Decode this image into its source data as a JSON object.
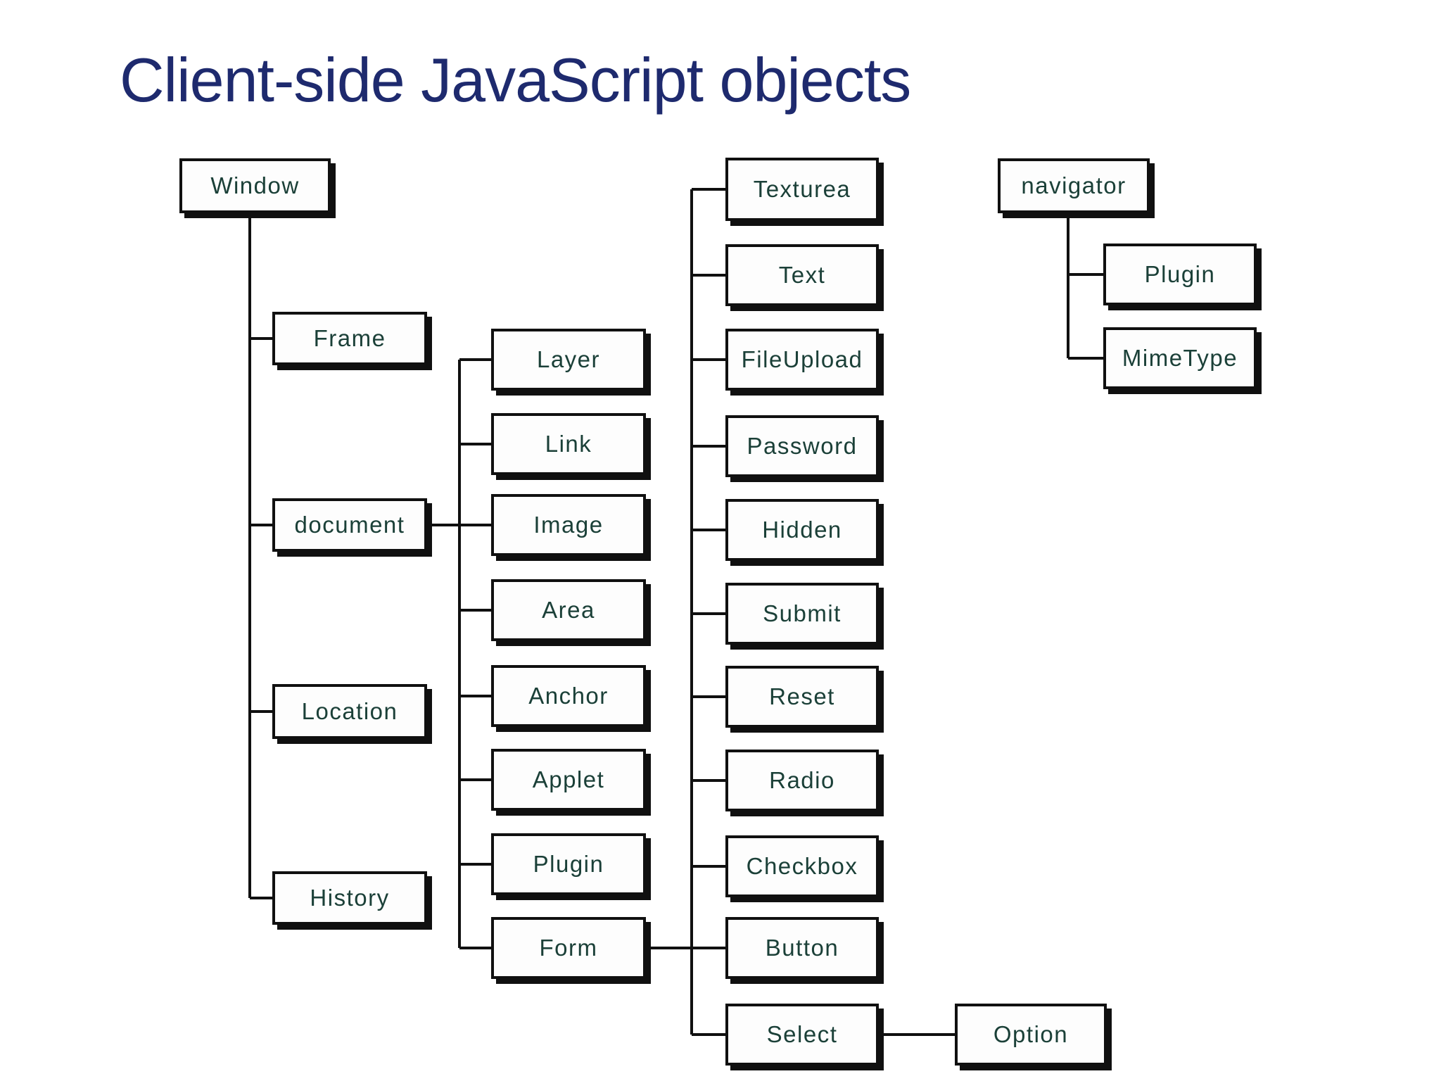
{
  "title": "Client-side JavaScript objects",
  "colors": {
    "background": "#ffffff",
    "title_text": "#1e2a6e",
    "node_text": "#1b4038",
    "node_border": "#101010",
    "node_background": "#fdfdfd",
    "connector": "#101010"
  },
  "nodes": {
    "window": {
      "label": "Window"
    },
    "frame": {
      "label": "Frame"
    },
    "document": {
      "label": "document"
    },
    "location": {
      "label": "Location"
    },
    "history": {
      "label": "History"
    },
    "layer": {
      "label": "Layer"
    },
    "link": {
      "label": "Link"
    },
    "image": {
      "label": "Image"
    },
    "area": {
      "label": "Area"
    },
    "anchor": {
      "label": "Anchor"
    },
    "applet": {
      "label": "Applet"
    },
    "plugin_document": {
      "label": "Plugin"
    },
    "form": {
      "label": "Form"
    },
    "texturea": {
      "label": "Texturea"
    },
    "text": {
      "label": "Text"
    },
    "fileupload": {
      "label": "FileUpload"
    },
    "password": {
      "label": "Password"
    },
    "hidden": {
      "label": "Hidden"
    },
    "submit": {
      "label": "Submit"
    },
    "reset": {
      "label": "Reset"
    },
    "radio": {
      "label": "Radio"
    },
    "checkbox": {
      "label": "Checkbox"
    },
    "button": {
      "label": "Button"
    },
    "select": {
      "label": "Select"
    },
    "option": {
      "label": "Option"
    },
    "navigator": {
      "label": "navigator"
    },
    "plugin_navigator": {
      "label": "Plugin"
    },
    "mimetype": {
      "label": "MimeType"
    }
  },
  "hierarchy": {
    "Window": [
      "Frame",
      "document",
      "Location",
      "History"
    ],
    "document": [
      "Layer",
      "Link",
      "Image",
      "Area",
      "Anchor",
      "Applet",
      "Plugin",
      "Form"
    ],
    "Form": [
      "Texturea",
      "Text",
      "FileUpload",
      "Password",
      "Hidden",
      "Submit",
      "Reset",
      "Radio",
      "Checkbox",
      "Button",
      "Select"
    ],
    "Select": [
      "Option"
    ],
    "navigator": [
      "Plugin",
      "MimeType"
    ]
  }
}
